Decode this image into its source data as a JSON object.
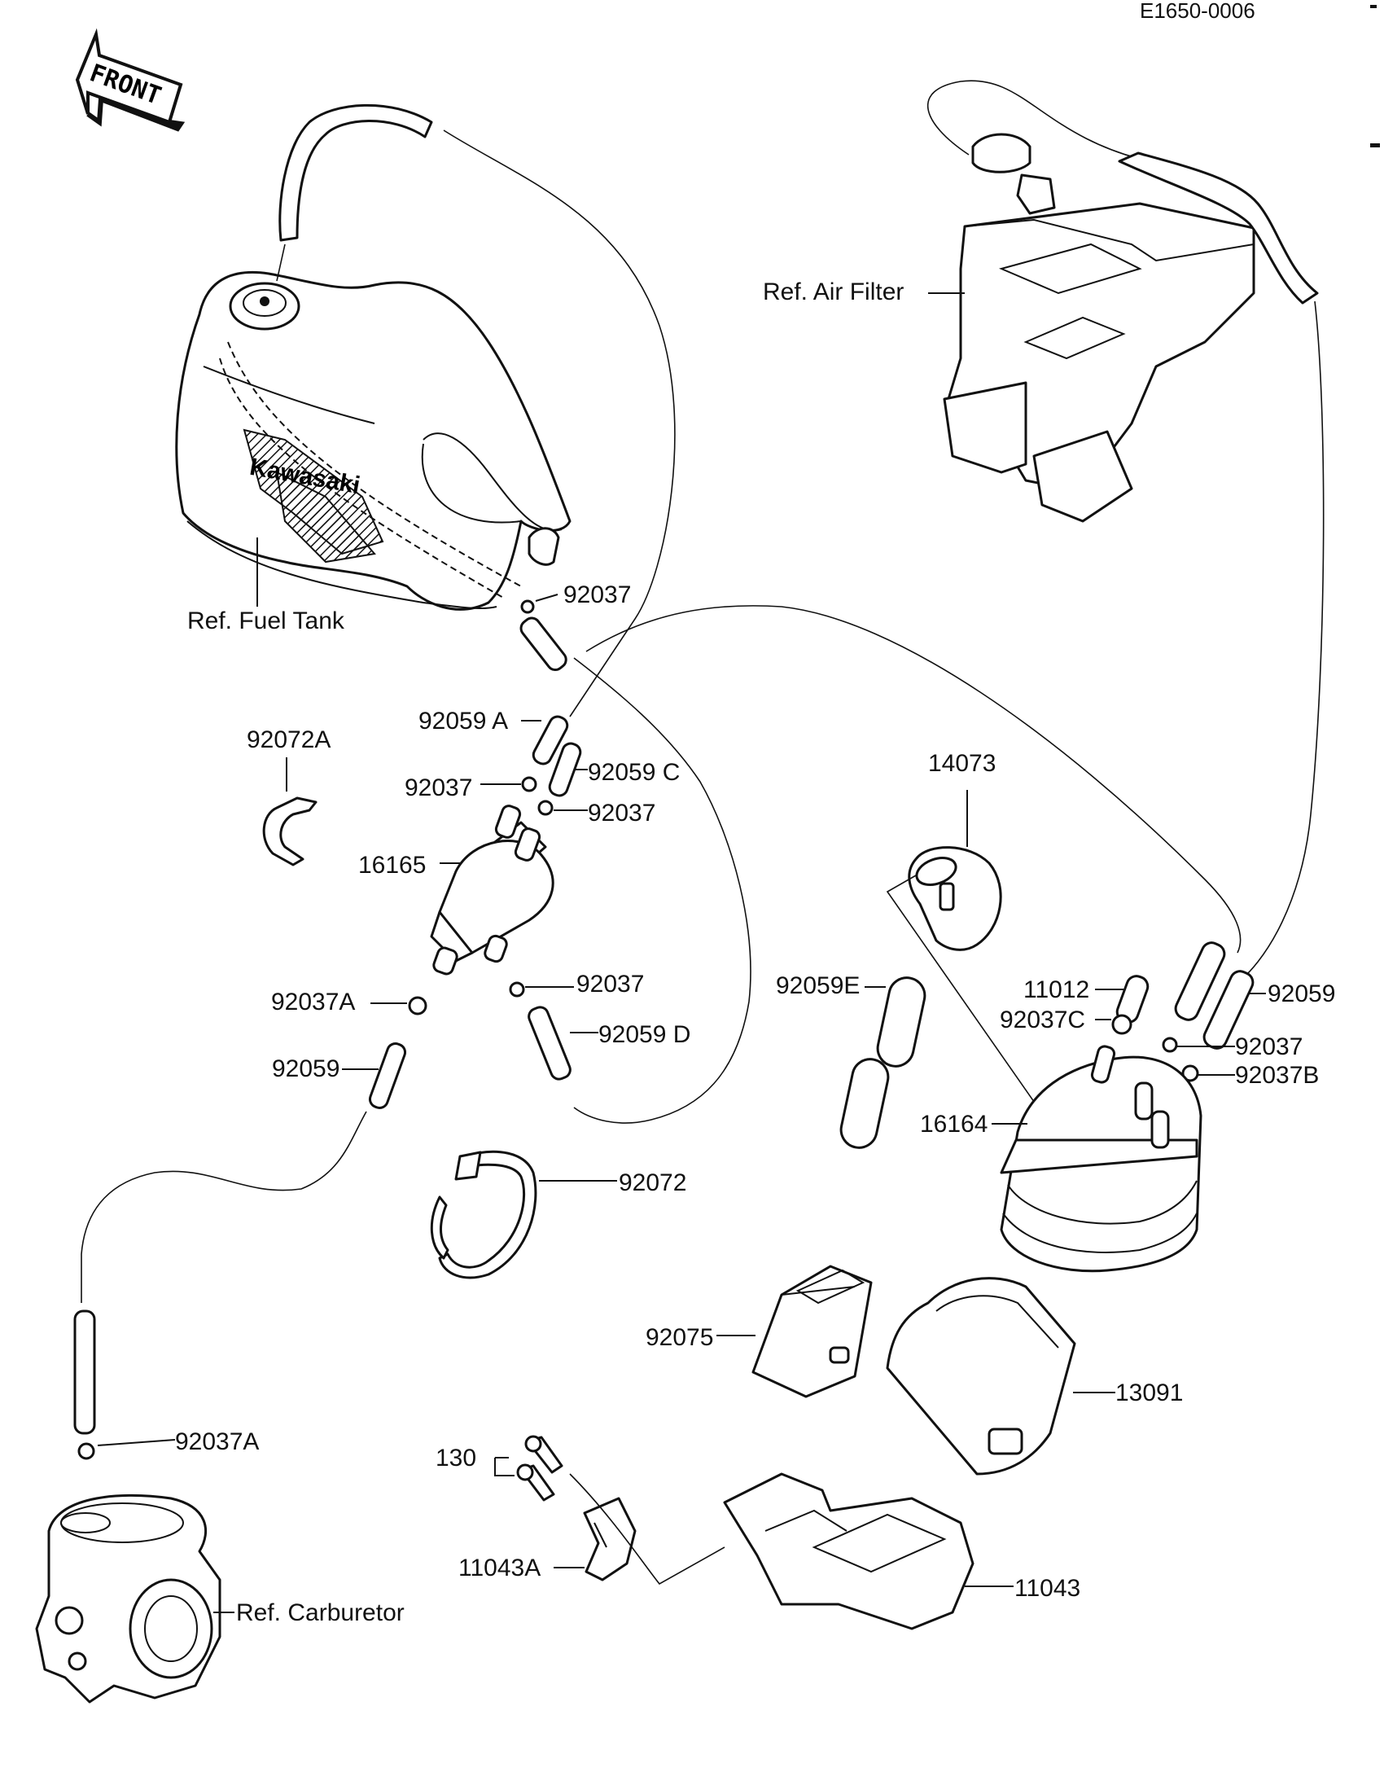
{
  "drawing_code": "E1650-0006",
  "front_arrow_label": "FRONT",
  "tank_logo_text": "Kawasaki",
  "references": {
    "fuel_tank": "Ref. Fuel Tank",
    "air_filter": "Ref. Air Filter",
    "carburetor": "Ref. Carburetor"
  },
  "parts": {
    "p92037_tank": "92037",
    "p92059A": "92059 A",
    "p92059C": "92059 C",
    "p92037_left": "92037",
    "p92037_right": "92037",
    "p92072A": "92072A",
    "p16165": "16165",
    "p92037A_upper": "92037A",
    "p92037_lower": "92037",
    "p92059D": "92059 D",
    "p92059_left": "92059",
    "p92072": "92072",
    "p14073": "14073",
    "p92059E": "92059E",
    "p11012": "11012",
    "p92037C": "92037C",
    "p92059_right": "92059",
    "p92037_canister": "92037",
    "p92037B": "92037B",
    "p16164": "16164",
    "p92075": "92075",
    "p13091": "13091",
    "p130": "130",
    "p11043A": "11043A",
    "p11043": "11043",
    "p92037A_lower": "92037A"
  }
}
